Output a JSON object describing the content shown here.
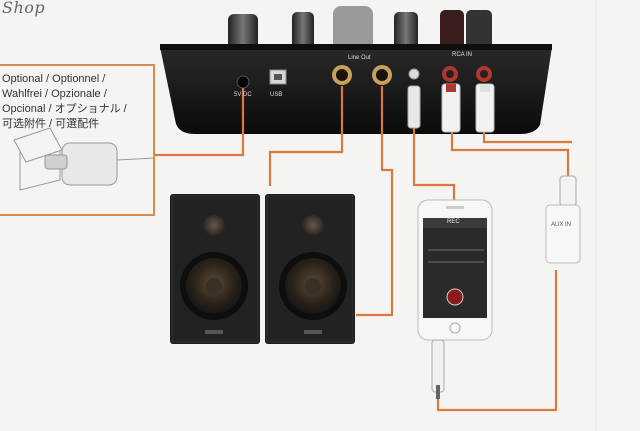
{
  "brand": {
    "watermark": "Shop"
  },
  "optional_note": {
    "lines": [
      "Optional / Optionnel /",
      "Wahlfrei / Opzionale /",
      "Opcional / オプショナル /",
      "可选附件  /  可選配件"
    ]
  },
  "mixer": {
    "port_labels": {
      "power": "5V DC",
      "usb": "USB",
      "line_out": "Line Out",
      "rca_in": "RCA IN"
    }
  },
  "phone": {
    "app_title": "REC"
  },
  "adapter": {
    "label": "AUX IN"
  },
  "colors": {
    "cable": "#d97a3c",
    "panel": "#161616",
    "speaker": "#1c1c1c"
  }
}
